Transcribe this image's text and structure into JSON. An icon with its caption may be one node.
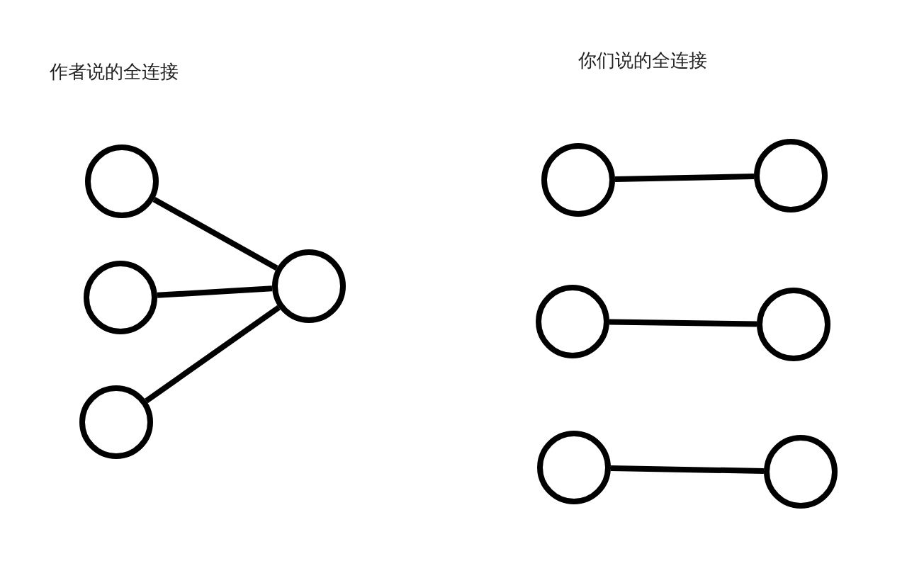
{
  "diagram": {
    "nodes": [
      {
        "text": [],
        "shape": "circle"
      },
      {
        "text": [],
        "shape": "circle"
      },
      {
        "text": [],
        "shape": "circle"
      },
      {
        "text": [],
        "shape": "circle"
      },
      {
        "text": [],
        "shape": "circle"
      },
      {
        "text": [],
        "shape": "circle"
      },
      {
        "text": [],
        "shape": "circle"
      },
      {
        "text": [],
        "shape": "circle"
      },
      {
        "text": [],
        "shape": "circle"
      },
      {
        "text": [],
        "shape": "circle"
      }
    ],
    "edges": [
      {
        "from": 0,
        "to": 3,
        "arrow": "none"
      },
      {
        "from": 1,
        "to": 3,
        "arrow": "none"
      },
      {
        "from": 2,
        "to": 3,
        "arrow": "none"
      },
      {
        "from": 4,
        "to": 5,
        "arrow": "none"
      },
      {
        "from": 6,
        "to": 7,
        "arrow": "none"
      },
      {
        "from": 8,
        "to": 9,
        "arrow": "none"
      }
    ],
    "labels": [
      "作者说的全连接",
      "你们说的全连接"
    ]
  }
}
